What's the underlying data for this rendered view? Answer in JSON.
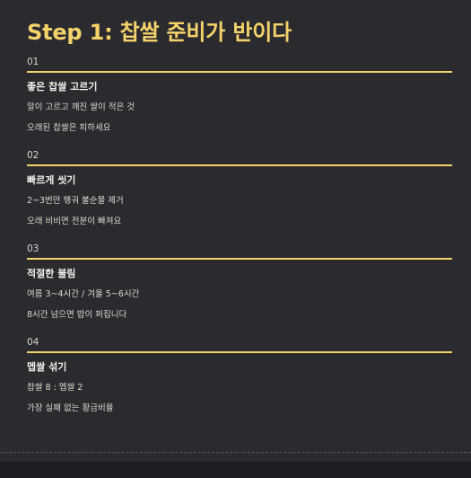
{
  "title": "Step 1: 찹쌀 준비가 반이다",
  "steps": [
    {
      "number": "01",
      "heading": "좋은 찹쌀 고르기",
      "line1": "알이 고르고 깨진 쌀이 적은 것",
      "line2": "오래된 찹쌀은 피하세요"
    },
    {
      "number": "02",
      "heading": "빠르게 씻기",
      "line1": "2~3번만 헹궈 불순물 제거",
      "line2": "오래 비비면 전분이 빠져요"
    },
    {
      "number": "03",
      "heading": "적절한 불림",
      "line1": "여름 3~4시간 / 겨울 5~6시간",
      "line2": "8시간 넘으면 밥이 퍼집니다"
    },
    {
      "number": "04",
      "heading": "멥쌀 섞기",
      "line1": "찹쌀 8 : 멥쌀 2",
      "line2": "가장 실패 없는 황금비율"
    }
  ]
}
